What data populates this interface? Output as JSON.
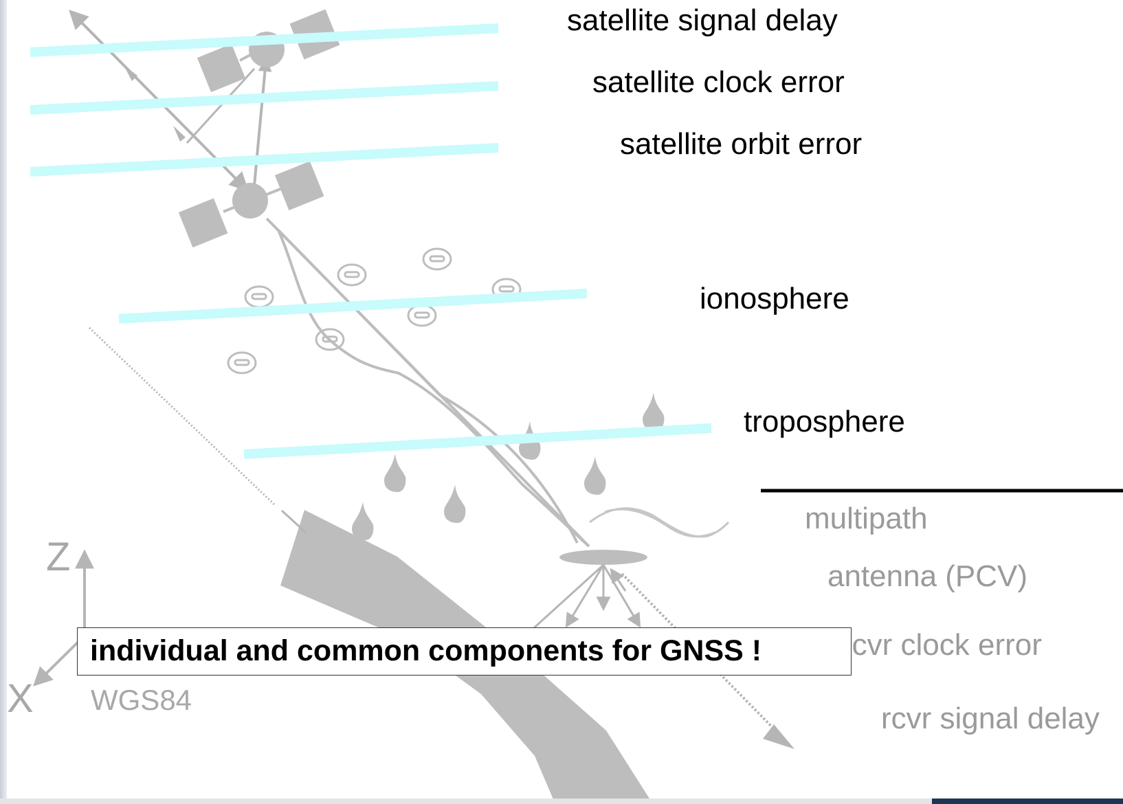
{
  "layers": {
    "satellite_signal_delay": "satellite signal delay",
    "satellite_clock_error": "satellite clock error",
    "satellite_orbit_error": "satellite orbit error",
    "ionosphere": "ionosphere",
    "troposphere": "troposphere"
  },
  "receiver_effects": {
    "multipath": "multipath",
    "antenna": "antenna (PCV)",
    "rcvr_clock_error": "rcvr clock error",
    "rcvr_signal_delay": "rcvr signal delay"
  },
  "frame": {
    "z_axis": "Z",
    "x_axis": "X",
    "name": "WGS84"
  },
  "callout": "individual and common components for GNSS !",
  "colors": {
    "layer_band": "#c8fbfb",
    "drawing_grey": "#bdbdbd",
    "label_dark": "#000000",
    "label_grey": "#9a9a9a",
    "footer_accent": "#1f3552"
  },
  "icons": [
    "satellite-icon",
    "electron-icon",
    "raindrop-icon",
    "antenna-icon",
    "signal-path-icon"
  ]
}
